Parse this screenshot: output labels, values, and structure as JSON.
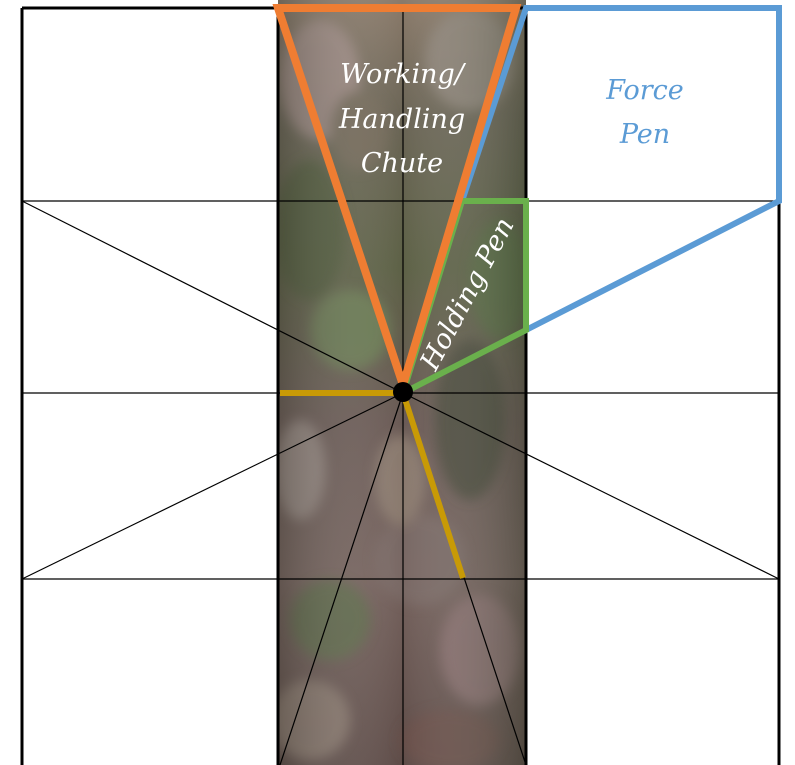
{
  "labels": {
    "chute_line1": "Working/",
    "chute_line2": "Handling",
    "chute_line3": "Chute",
    "holding_pen": "Holding Pen",
    "force_pen_line1": "Force",
    "force_pen_line2": "Pen"
  },
  "colors": {
    "chute_outline": "#ef7d32",
    "force_pen_outline": "#5b9bd5",
    "holding_pen_outline": "#6ab04c",
    "gate_lines": "#c89a06",
    "grid_lines": "#000000",
    "chute_label": "#ffffff",
    "holding_pen_label": "#ffffff",
    "force_pen_label": "#5b9bd5",
    "background": "#ffffff"
  }
}
